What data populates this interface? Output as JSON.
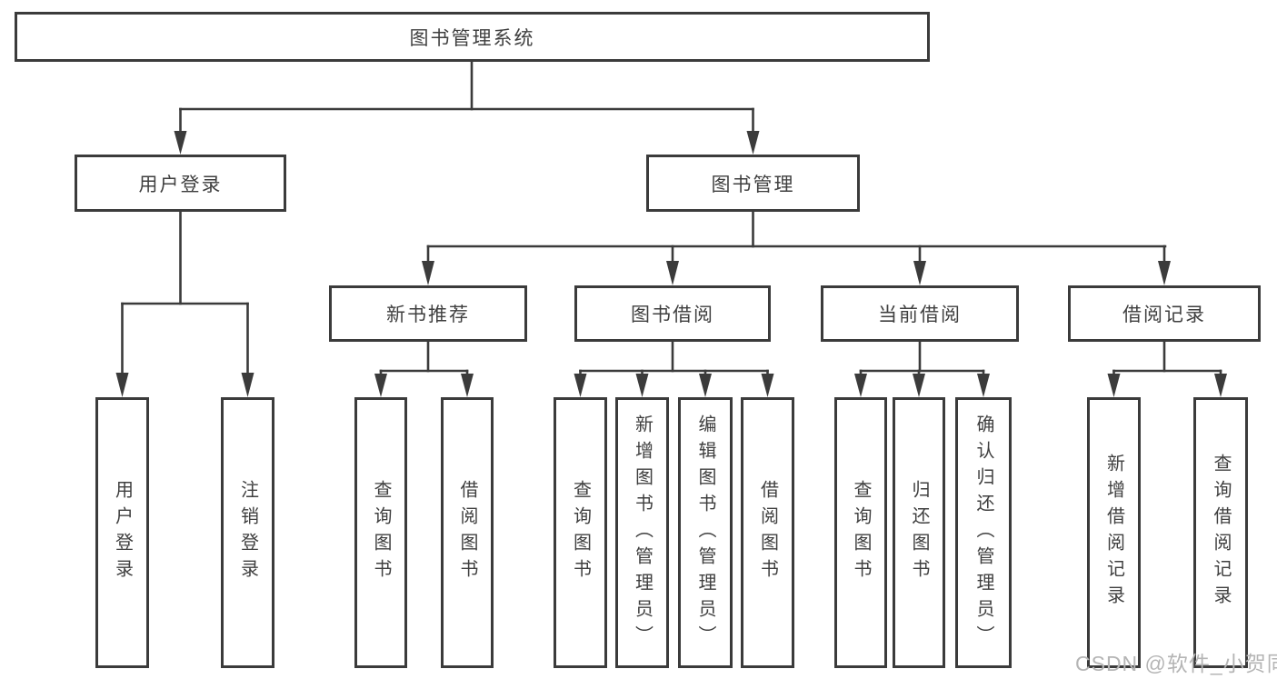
{
  "diagram_title": "图书管理系统",
  "nodes": {
    "root": "图书管理系统",
    "userLogin": "用户登录",
    "bookMgmt": "图书管理",
    "newBookRec": "新书推荐",
    "bookBorrow": "图书借阅",
    "currentBorrow": "当前借阅",
    "borrowRecord": "借阅记录",
    "ulUserLogin": "用户登录",
    "ulLogout": "注销登录",
    "nbQuery": "查询图书",
    "nbBorrow": "借阅图书",
    "bbQuery": "查询图书",
    "bbAdd": "新增图书（管理员）",
    "bbEdit": "编辑图书（管理员）",
    "bbBorrow": "借阅图书",
    "cbQuery": "查询图书",
    "cbReturn": "归还图书",
    "cbConfirm": "确认归还（管理员）",
    "brAdd": "新增借阅记录",
    "brQuery": "查询借阅记录"
  },
  "hierarchy": {
    "图书管理系统": {
      "用户登录": [
        "用户登录",
        "注销登录"
      ],
      "图书管理": {
        "新书推荐": [
          "查询图书",
          "借阅图书"
        ],
        "图书借阅": [
          "查询图书",
          "新增图书（管理员）",
          "编辑图书（管理员）",
          "借阅图书"
        ],
        "当前借阅": [
          "查询图书",
          "归还图书",
          "确认归还（管理员）"
        ],
        "借阅记录": [
          "新增借阅记录",
          "查询借阅记录"
        ]
      }
    }
  },
  "colors": {
    "line": "#3b3b3b",
    "text": "#3f3f3f",
    "watermark": "#b5b5b5",
    "background": "#ffffff"
  },
  "watermark": {
    "text": "CSDN @软件_小贺同学"
  }
}
